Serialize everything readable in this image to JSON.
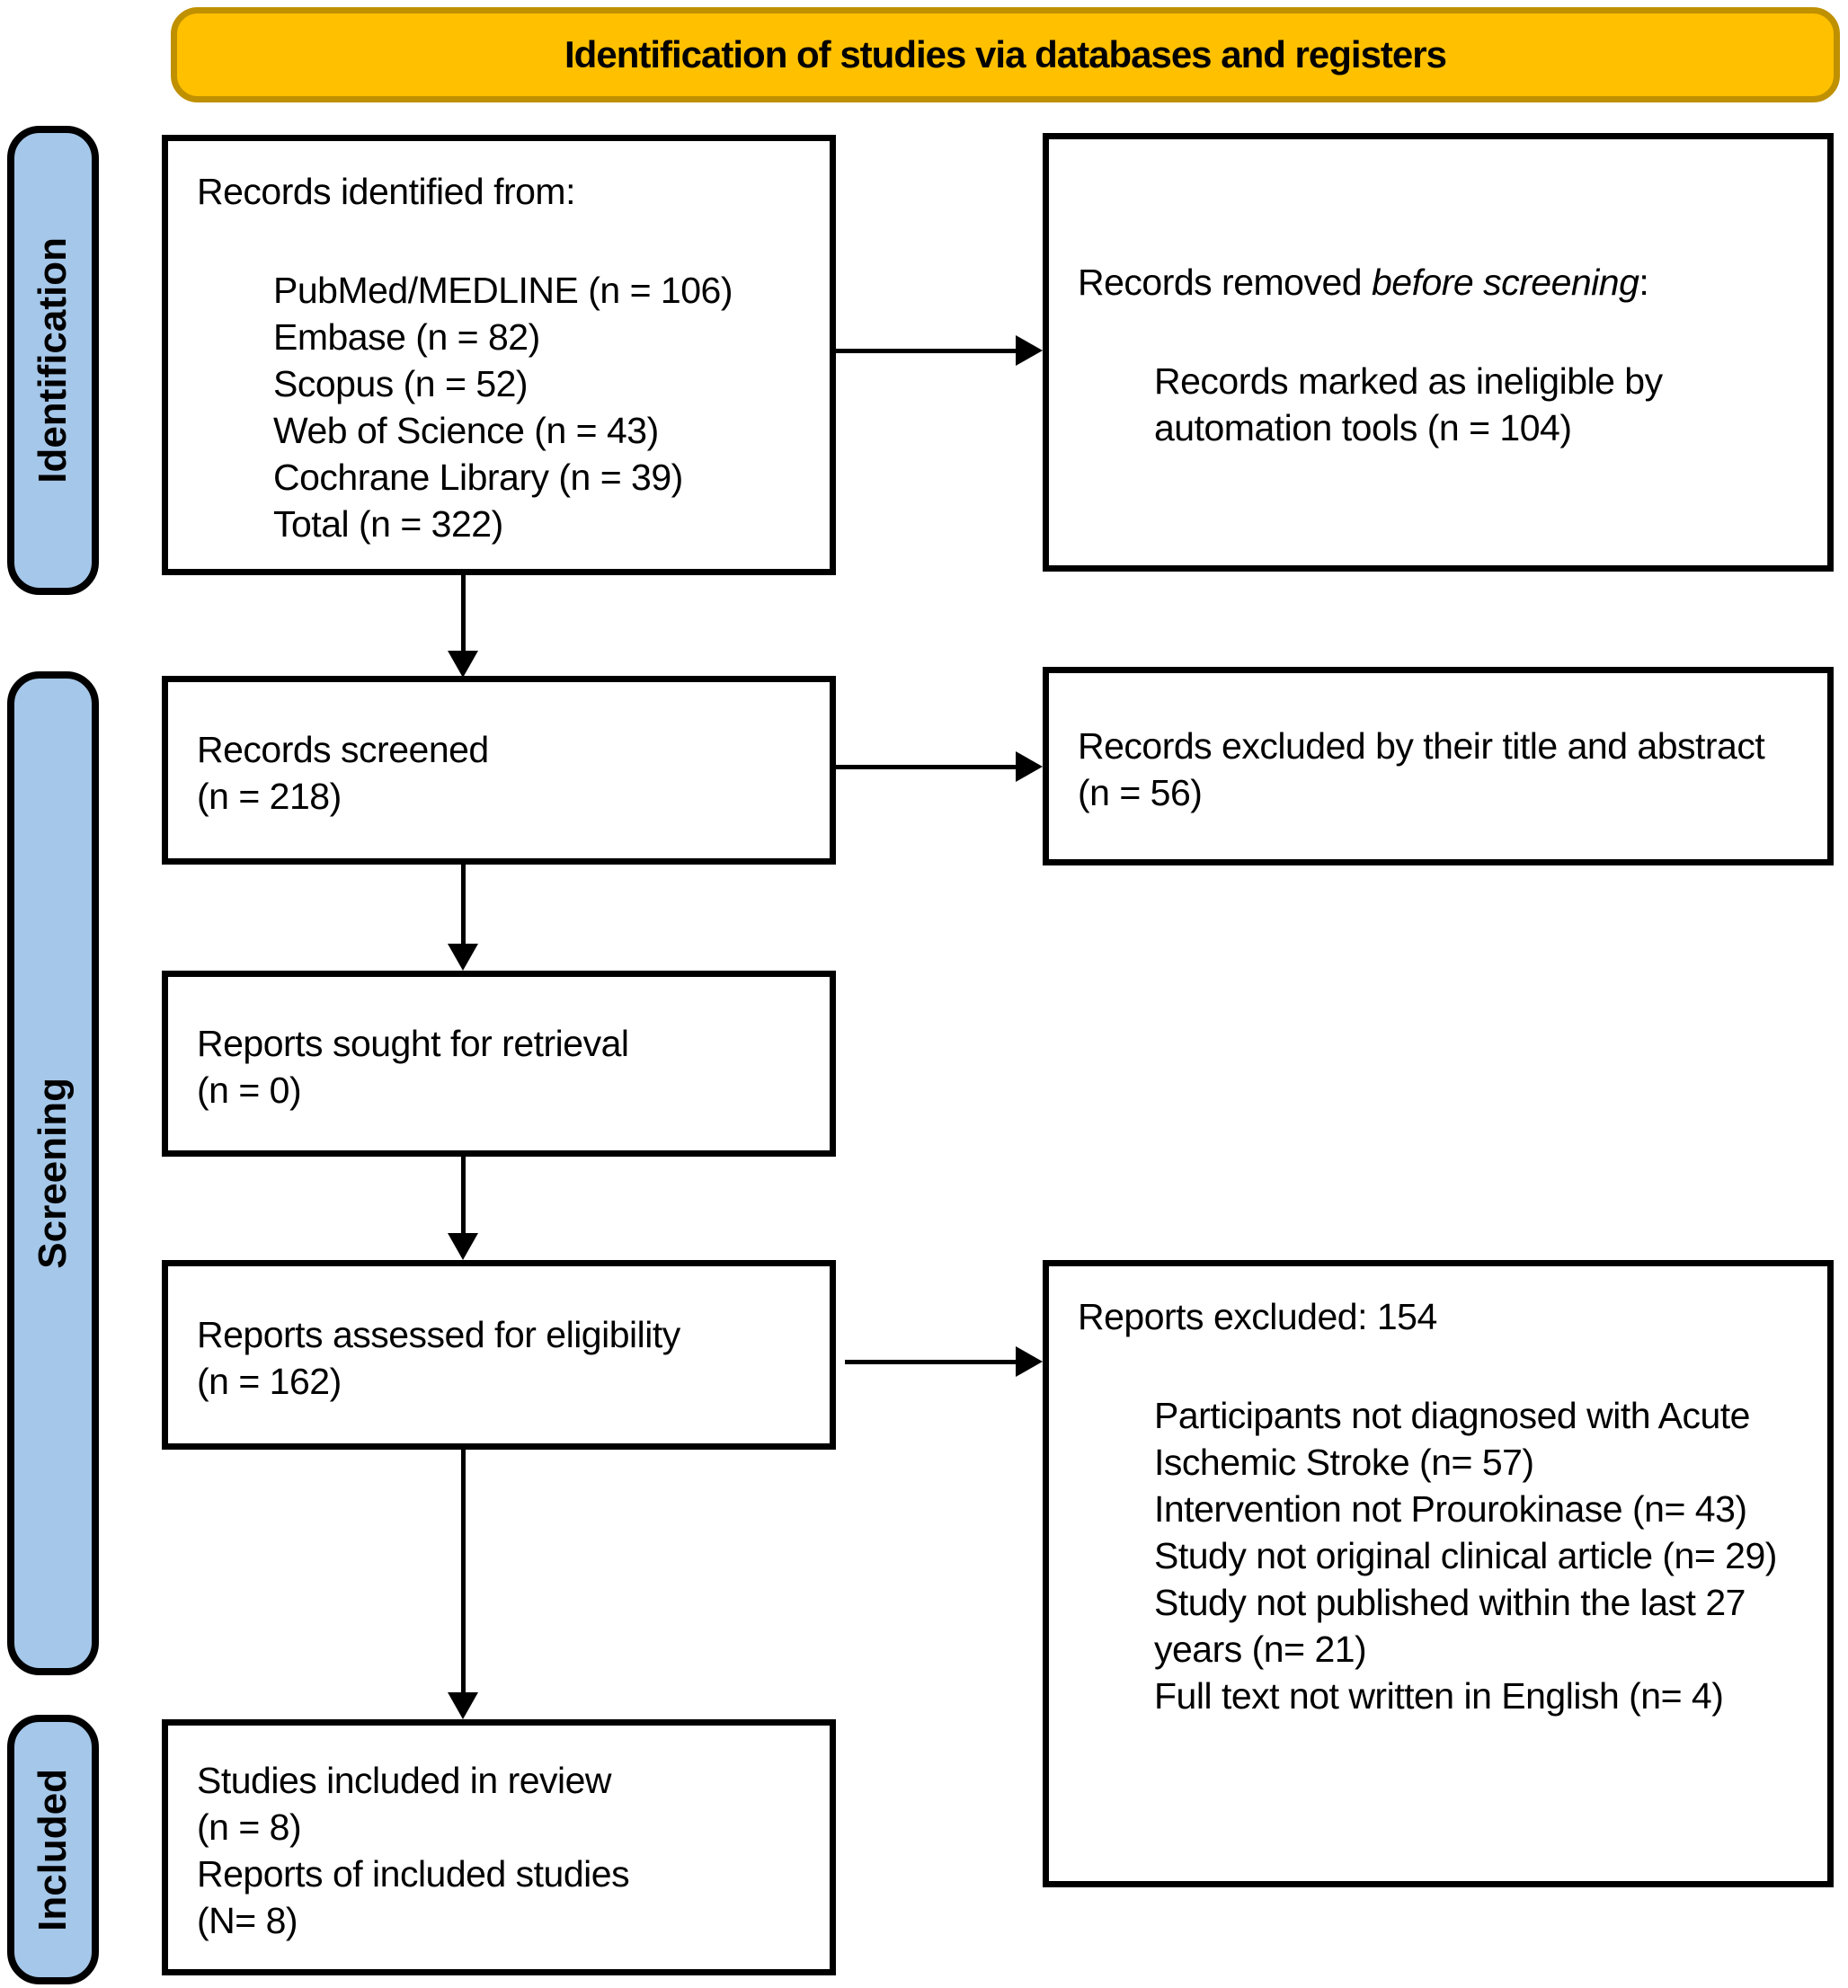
{
  "banner": {
    "title": "Identification of studies via databases and registers"
  },
  "stages": {
    "identification": "Identification",
    "screening": "Screening",
    "included": "Included"
  },
  "colors": {
    "banner_fill": "#FFC000",
    "banner_border": "#BF9000",
    "stage_fill": "#A5C7E9",
    "line_color": "#000000"
  },
  "boxes": {
    "identified": {
      "title": "Records identified from:",
      "items": [
        "PubMed/MEDLINE (n = 106)",
        "Embase (n = 82)",
        "Scopus (n = 52)",
        "Web of Science (n = 43)",
        "Cochrane Library (n = 39)",
        "Total (n = 322)"
      ]
    },
    "removed": {
      "prefix": "Records removed ",
      "italic": "before screening",
      "suffix": ":",
      "item": "Records marked as ineligible by automation tools (n = 104)"
    },
    "screened": {
      "lines": [
        "Records screened",
        "(n = 218)"
      ]
    },
    "excluded_title_abstract": {
      "text": "Records excluded by their title and abstract",
      "count": "(n = 56)"
    },
    "sought": {
      "lines": [
        "Reports sought for retrieval",
        "(n = 0)"
      ]
    },
    "assessed": {
      "lines": [
        "Reports assessed for eligibility",
        "(n = 162)"
      ]
    },
    "reports_excluded": {
      "title": "Reports excluded: 154",
      "items": [
        "Participants not diagnosed with Acute Ischemic Stroke (n= 57)",
        "Intervention not Prourokinase (n= 43)",
        "Study not original clinical article (n= 29)",
        "Study not published within the last 27 years (n= 21)",
        "Full text not written in English (n= 4)"
      ]
    },
    "included_review": {
      "lines": [
        "Studies included in review",
        "(n = 8)",
        "Reports of included studies",
        "(N= 8)"
      ]
    }
  }
}
